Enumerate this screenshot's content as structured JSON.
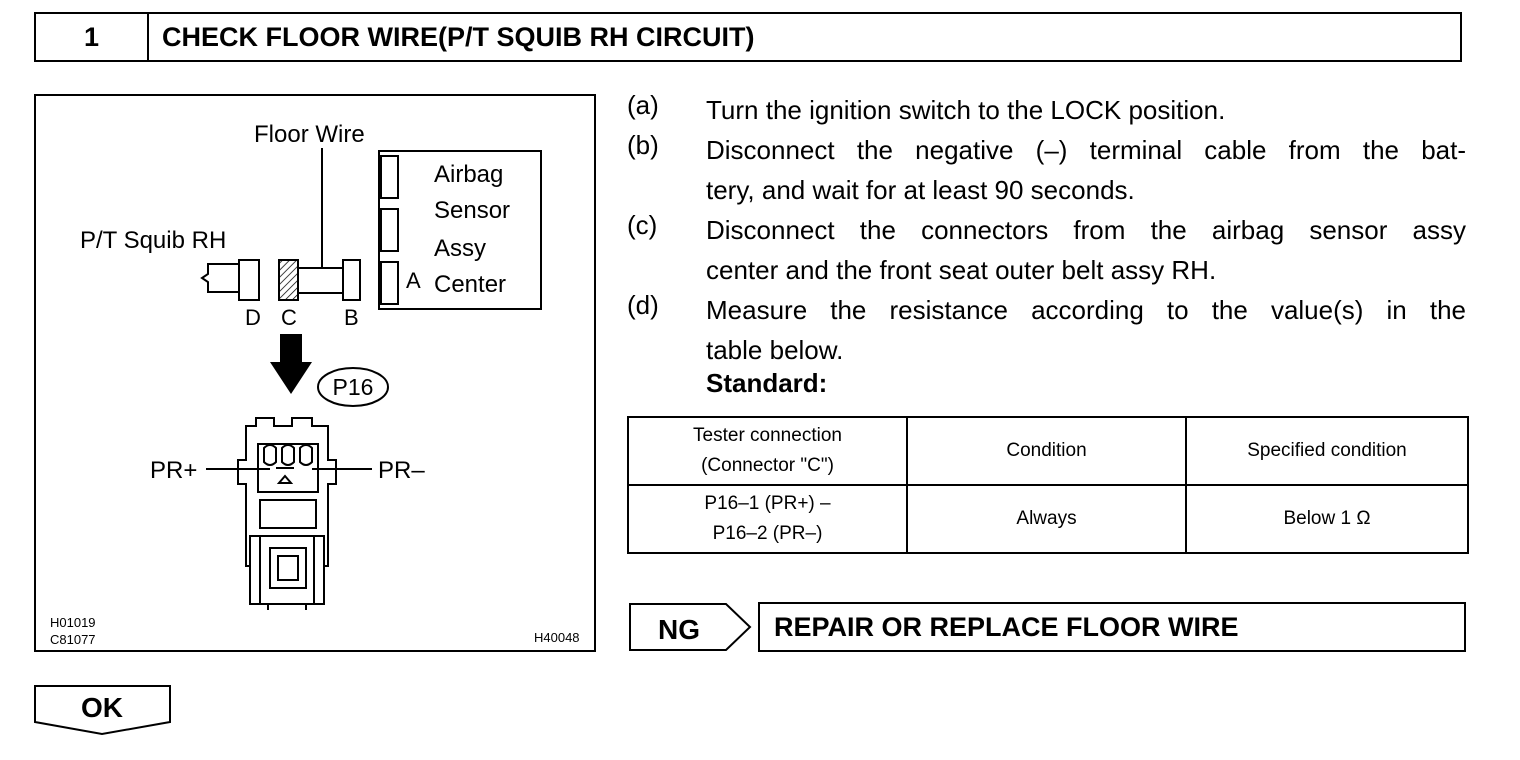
{
  "header": {
    "step_number": "1",
    "title": "CHECK FLOOR WIRE(P/T SQUIB RH CIRCUIT)"
  },
  "figure": {
    "floor_wire": "Floor Wire",
    "sensor_line1": "Airbag",
    "sensor_line2": "Sensor",
    "sensor_line3": "Assy",
    "sensor_line4": "Center",
    "squib": "P/T Squib RH",
    "label_a": "A",
    "label_b": "B",
    "label_c": "C",
    "label_d": "D",
    "connector_id": "P16",
    "pr_plus": "PR+",
    "pr_minus": "PR–",
    "code_left_1": "H01019",
    "code_left_2": "C81077",
    "code_right": "H40048"
  },
  "steps": [
    {
      "letter": "(a)",
      "text": "Turn the ignition switch to the LOCK position."
    },
    {
      "letter": "(b)",
      "line1": "Disconnect the negative (–) terminal cable from the bat-",
      "line2": "tery, and wait for at least 90 seconds."
    },
    {
      "letter": "(c)",
      "line1": "Disconnect the connectors from the airbag sensor assy",
      "line2": "center and the front seat outer belt assy RH."
    },
    {
      "letter": "(d)",
      "line1": "Measure the resistance according to the value(s) in the",
      "line2": "table below."
    }
  ],
  "standard_label": "Standard:",
  "table": {
    "headers": [
      {
        "line1": "Tester connection",
        "line2": "(Connector \"C\")"
      },
      {
        "line1": "Condition"
      },
      {
        "line1": "Specified condition"
      }
    ],
    "row": {
      "connection_line1": "P16–1 (PR+) –",
      "connection_line2": "P16–2 (PR–)",
      "condition": "Always",
      "specified": "Below 1 Ω"
    }
  },
  "ng": {
    "label": "NG",
    "action": "REPAIR OR REPLACE FLOOR WIRE"
  },
  "ok": {
    "label": "OK"
  }
}
